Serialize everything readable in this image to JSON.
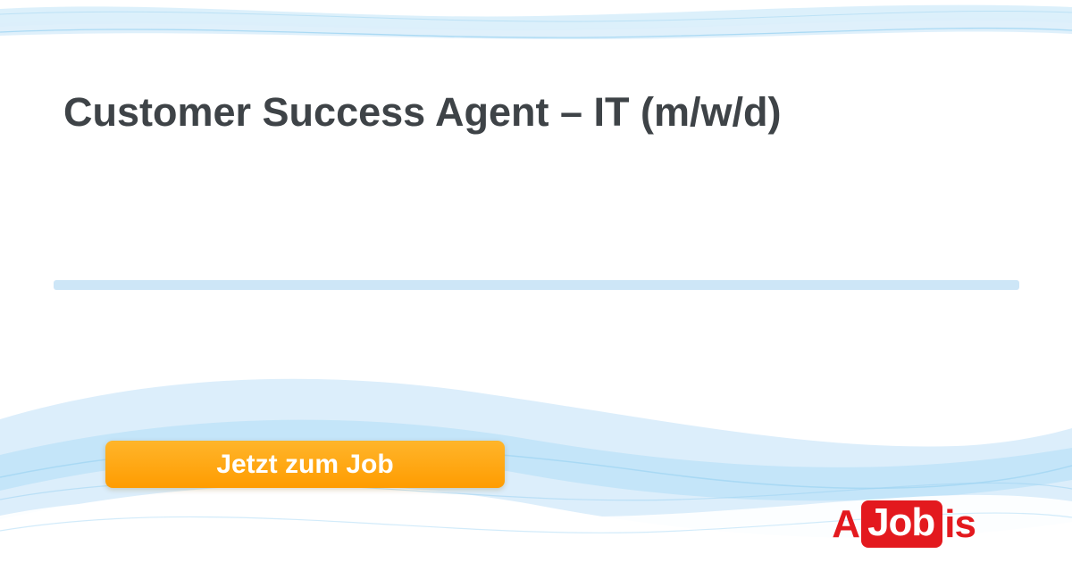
{
  "card": {
    "title": "Customer Success Agent – IT (m/w/d)",
    "cta": {
      "label": "Jetzt zum Job"
    },
    "brand": {
      "prefix": "A",
      "highlight": "Job",
      "suffix": "is"
    },
    "colors": {
      "cta_orange_top": "#FFB52B",
      "cta_orange_bottom": "#FF9C00",
      "brand_red": "#E3191E",
      "divider_blue": "#CDE6F7",
      "title_gray": "#3E4347",
      "wave_light": "#DCEEFB",
      "wave_mid": "#BFE3F8",
      "wave_line": "#9ED4F2"
    }
  }
}
